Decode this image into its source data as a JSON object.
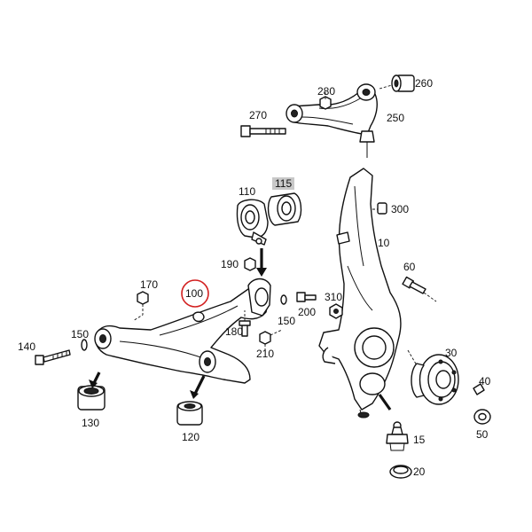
{
  "diagram": {
    "highlight_color": "#d21f1f",
    "box_color": "#c8c8c8",
    "labels": {
      "l10": "10",
      "l15": "15",
      "l20": "20",
      "l30": "30",
      "l40": "40",
      "l50": "50",
      "l60": "60",
      "l100": "100",
      "l110": "110",
      "l115": "115",
      "l120": "120",
      "l130": "130",
      "l140": "140",
      "l150a": "150",
      "l150b": "150",
      "l170": "170",
      "l180": "180",
      "l190": "190",
      "l200": "200",
      "l210": "210",
      "l250": "250",
      "l260": "260",
      "l270": "270",
      "l280": "280",
      "l300": "300",
      "l310": "310"
    }
  }
}
